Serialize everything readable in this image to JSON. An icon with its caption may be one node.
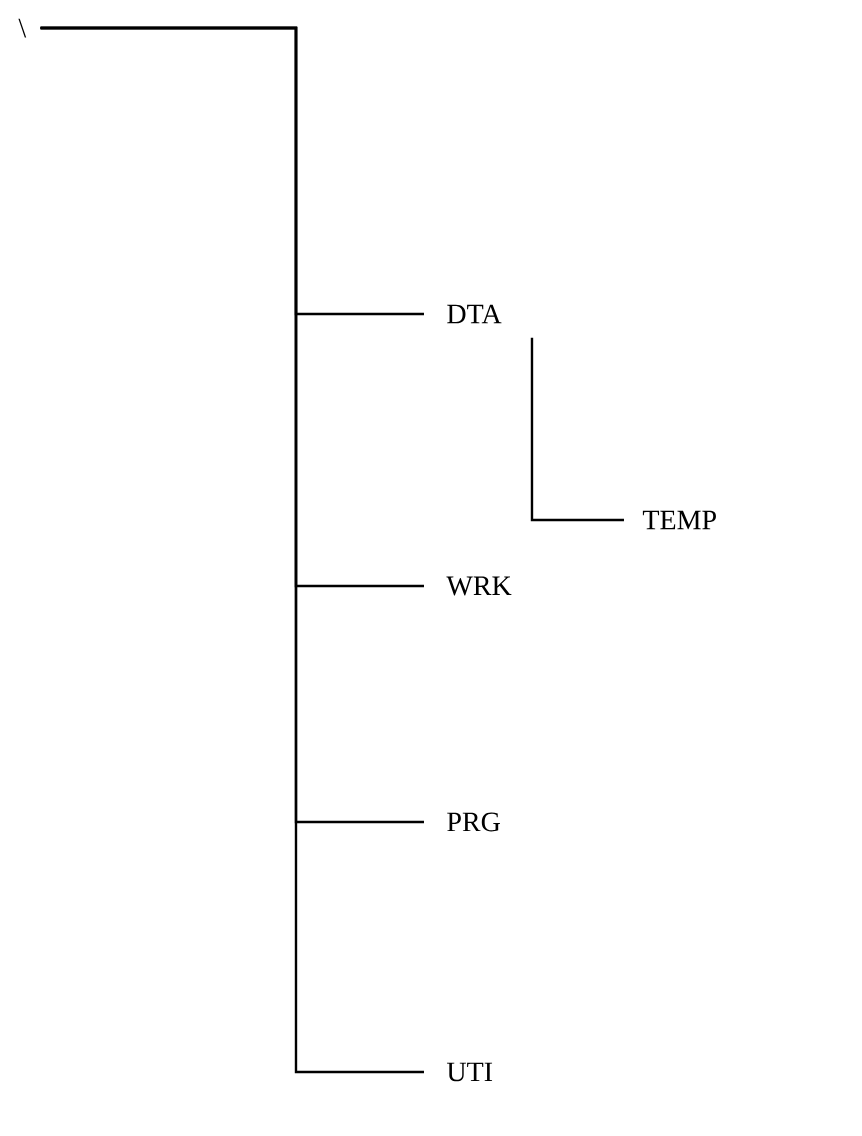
{
  "diagram": {
    "nodes": [
      {
        "text": [
          "\\"
        ]
      },
      {
        "text": [
          "DTA"
        ]
      },
      {
        "text": [
          "TEMP"
        ]
      },
      {
        "text": [
          "WRK"
        ]
      },
      {
        "text": [
          "PRG"
        ]
      },
      {
        "text": [
          "UTI"
        ]
      }
    ],
    "edges": [
      {
        "from": 0,
        "to": 1,
        "arrow": "none"
      },
      {
        "from": 1,
        "to": 2,
        "arrow": "none"
      },
      {
        "from": 0,
        "to": 3,
        "arrow": "none"
      },
      {
        "from": 0,
        "to": 4,
        "arrow": "none"
      },
      {
        "from": 0,
        "to": 5,
        "arrow": "none"
      }
    ]
  }
}
